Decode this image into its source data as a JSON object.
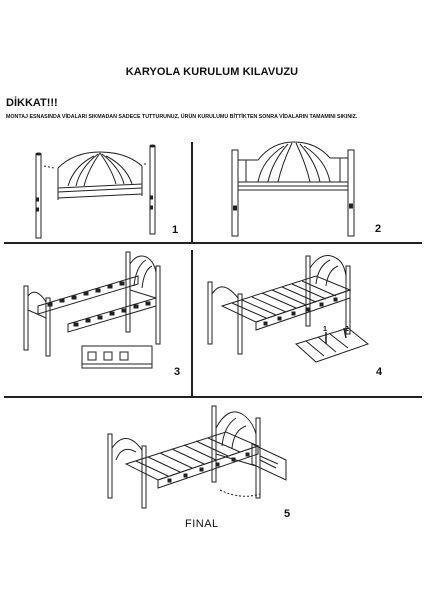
{
  "title": "KARYOLA KURULUM KILAVUZU",
  "warning": {
    "heading": "DİKKAT!!!",
    "text": "MONTAJ ESNASINDA VİDALARI SIKMADAN SADECE TUTTURUNUZ, ÜRÜN KURULUMU BİTTİKTEN SONRA VİDALARIN TAMAMINI SIKINIZ."
  },
  "steps": [
    {
      "number": "1"
    },
    {
      "number": "2"
    },
    {
      "number": "3"
    },
    {
      "number": "4"
    },
    {
      "number": "5",
      "caption": "FINAL"
    }
  ],
  "detail_labels": {
    "label_1": "1",
    "label_2": "2"
  }
}
